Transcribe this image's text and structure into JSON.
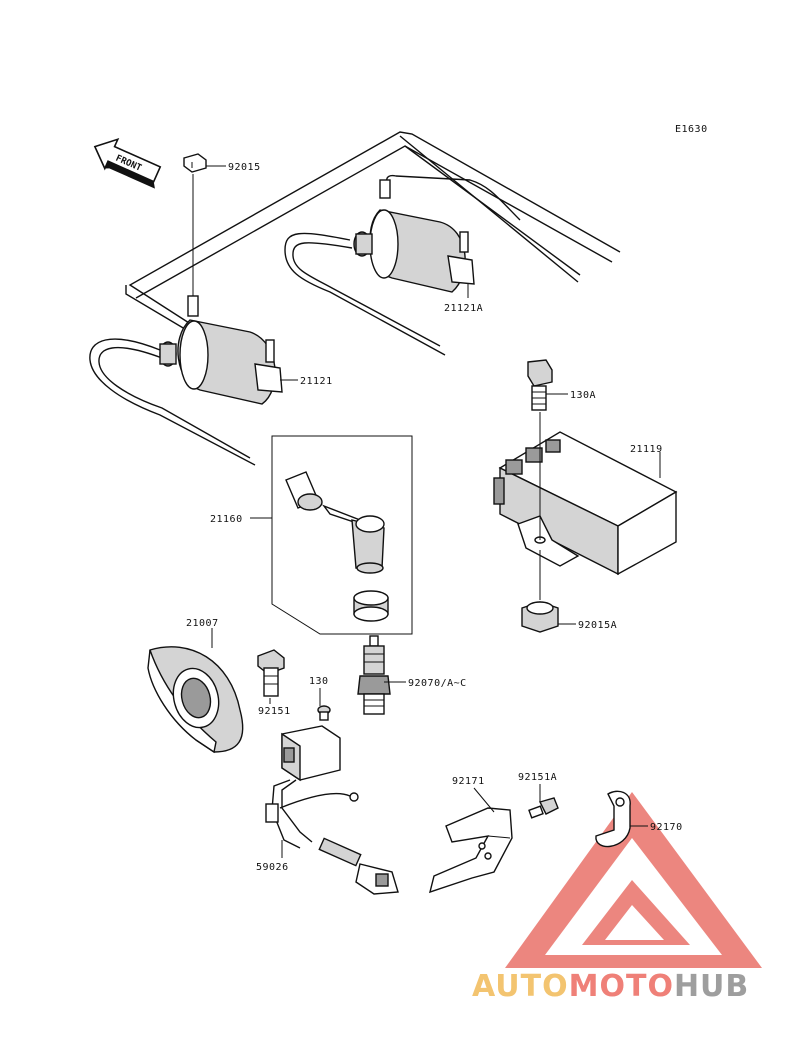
{
  "diagram": {
    "code": "E1630",
    "front_label": "FRONT",
    "part_labels": [
      {
        "id": "nut-top",
        "text": "92015"
      },
      {
        "id": "coil-rear",
        "text": "21121A"
      },
      {
        "id": "coil-front",
        "text": "21121"
      },
      {
        "id": "bolt-cdi",
        "text": "130A"
      },
      {
        "id": "cdi-unit",
        "text": "21119"
      },
      {
        "id": "plug-cap",
        "text": "21160"
      },
      {
        "id": "nut-cdi",
        "text": "92015A"
      },
      {
        "id": "rotor",
        "text": "21007"
      },
      {
        "id": "bolt-rotor",
        "text": "92151"
      },
      {
        "id": "screw-pickup",
        "text": "130"
      },
      {
        "id": "spark-plug",
        "text": "92070/A~C"
      },
      {
        "id": "bracket",
        "text": "92171"
      },
      {
        "id": "bolt-bracket",
        "text": "92151A"
      },
      {
        "id": "clamp",
        "text": "92170"
      },
      {
        "id": "pickup-coil",
        "text": "59026"
      }
    ]
  },
  "watermark": {
    "segments": [
      "AUTO",
      "MOTO",
      "HUB"
    ],
    "colors": {
      "auto": "#f3c470",
      "moto": "#ef8078",
      "hub": "#9e9e9e",
      "triangle": "#ea7a72"
    }
  }
}
